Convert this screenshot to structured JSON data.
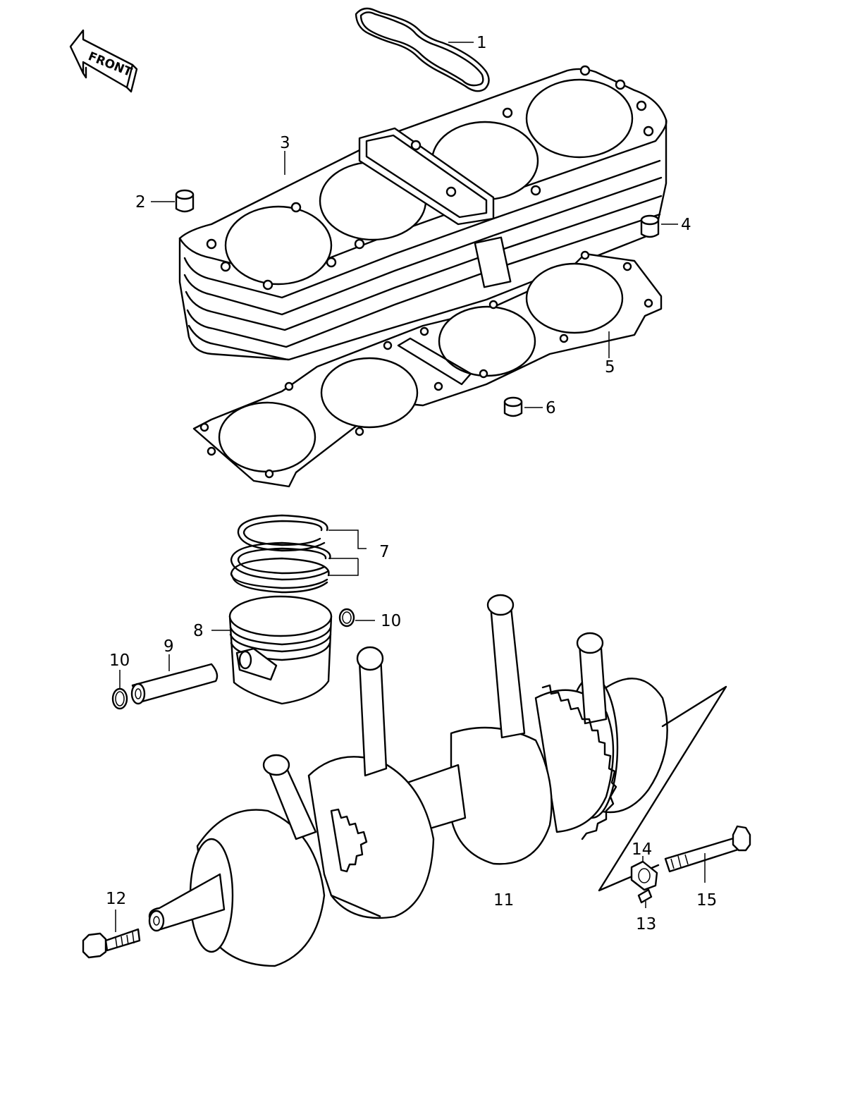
{
  "front_label": "FRONT",
  "callouts": [
    {
      "id": "1",
      "text": "1"
    },
    {
      "id": "2",
      "text": "2"
    },
    {
      "id": "3",
      "text": "3"
    },
    {
      "id": "4",
      "text": "4"
    },
    {
      "id": "5",
      "text": "5"
    },
    {
      "id": "6",
      "text": "6"
    },
    {
      "id": "7",
      "text": "7"
    },
    {
      "id": "8",
      "text": "8"
    },
    {
      "id": "9",
      "text": "9"
    },
    {
      "id": "10a",
      "text": "10"
    },
    {
      "id": "10b",
      "text": "10"
    },
    {
      "id": "11",
      "text": "11"
    },
    {
      "id": "12",
      "text": "12"
    },
    {
      "id": "13",
      "text": "13"
    },
    {
      "id": "14",
      "text": "14"
    },
    {
      "id": "15",
      "text": "15"
    }
  ]
}
